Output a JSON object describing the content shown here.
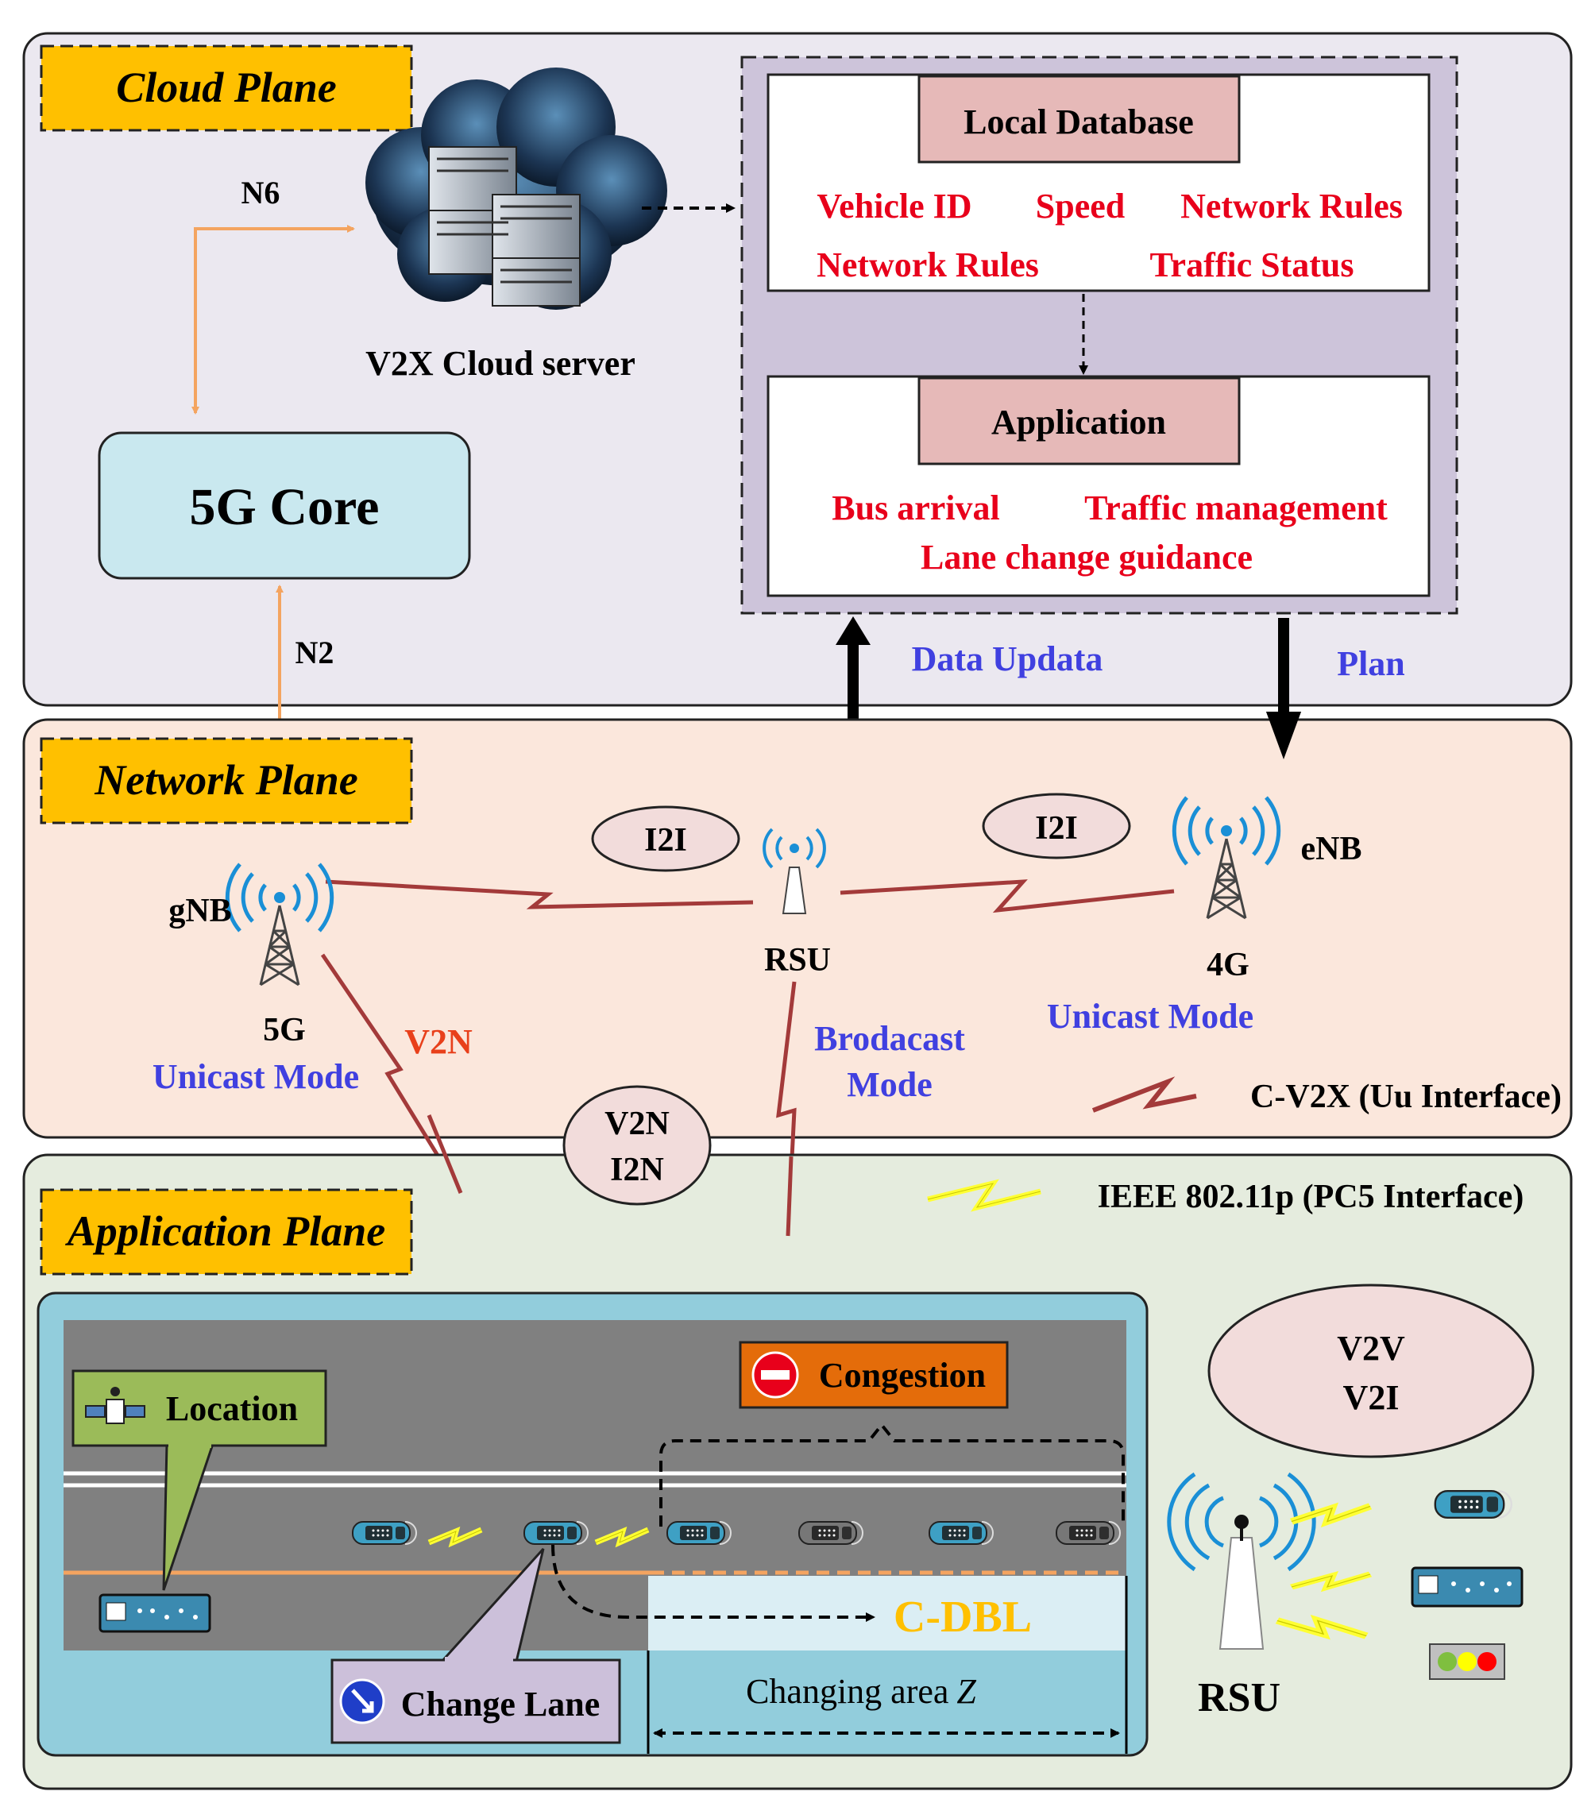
{
  "colors": {
    "cloud_plane_bg": "#ebe8f0",
    "network_plane_bg": "#fbe7dc",
    "application_plane_bg": "#e5ecde",
    "plane_label_bg": "#ffc000",
    "db_panel_bg": "#cdc4da",
    "db_title_bg": "#e6b9b8",
    "core_bg": "#c9e8ef",
    "ellipse_bg": "#f2dcdb",
    "road_frame_bg": "#92cddc",
    "road_bg": "#808080",
    "red_text": "#e8001b",
    "blue_text": "#4040e0",
    "orange_arrow": "#f4a460",
    "uu_link": "#a33a3a",
    "pc5_link": "#ffff33",
    "congestion_bg": "#e46c0a",
    "location_bg": "#9bbb59",
    "change_lane_bg": "#ccc0da",
    "cdbl_text": "#ffc000"
  },
  "cloud_plane": {
    "label": "Cloud Plane",
    "server_label": "V2X Cloud server",
    "n6_label": "N6",
    "core_label": "5G Core",
    "n2_label": "N2",
    "local_database": {
      "title": "Local Database",
      "items": [
        "Vehicle ID",
        "Speed",
        "Network Rules",
        "Network Rules",
        "Traffic Status"
      ]
    },
    "application": {
      "title": "Application",
      "items": [
        "Bus arrival",
        "Traffic management",
        "Lane change guidance"
      ]
    },
    "data_update_label": "Data Updata",
    "plan_label": "Plan"
  },
  "network_plane": {
    "label": "Network Plane",
    "gnb_label": "gNB",
    "gnb_tech": "5G",
    "gnb_mode": "Unicast Mode",
    "rsu_label": "RSU",
    "rsu_mode_line1": "Brodacast",
    "rsu_mode_line2": "Mode",
    "enb_label": "eNB",
    "enb_tech": "4G",
    "enb_mode": "Unicast Mode",
    "i2i_left": "I2I",
    "i2i_right": "I2I",
    "v2n_label": "V2N",
    "v2n_i2n_line1": "V2N",
    "v2n_i2n_line2": "I2N",
    "legend_uu": "C-V2X (Uu Interface)"
  },
  "application_plane": {
    "label": "Application Plane",
    "legend_pc5": "IEEE 802.11p (PC5  Interface)",
    "location_label": "Location",
    "congestion_label": "Congestion",
    "change_lane_label": "Change Lane",
    "cdbl_label": "C-DBL",
    "changing_area_label": "Changing area",
    "changing_area_var": "Z",
    "v2v_label": "V2V",
    "v2i_label": "V2I",
    "rsu_label": "RSU"
  },
  "icons": [
    "server-icon",
    "tower-icon",
    "rsu-icon",
    "car-icon",
    "satellite-icon",
    "no-entry-icon",
    "turn-icon",
    "traffic-light-icon",
    "obu-icon"
  ]
}
